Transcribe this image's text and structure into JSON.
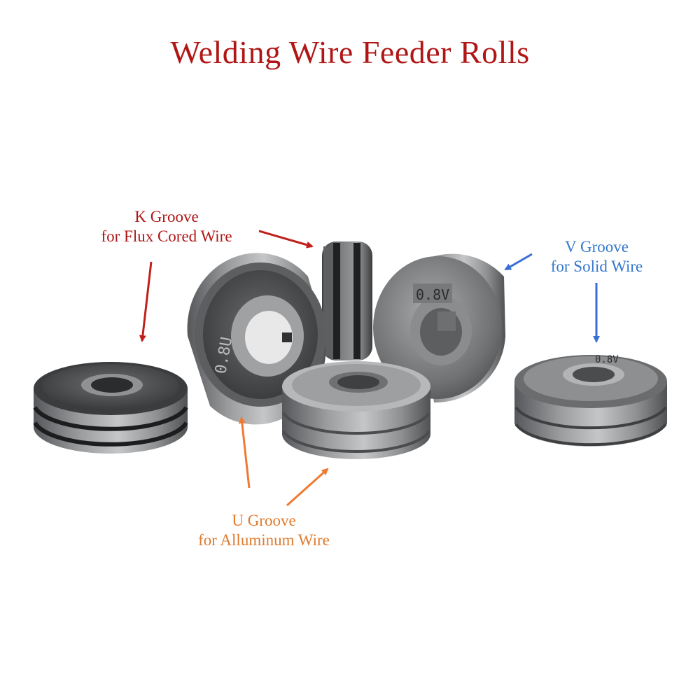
{
  "title": "Welding Wire Feeder Rolls",
  "labels": {
    "k_groove": {
      "line1": "K Groove",
      "line2": "for Flux Cored Wire"
    },
    "v_groove": {
      "line1": "V Groove",
      "line2": "for Solid Wire"
    },
    "u_groove": {
      "line1": "U Groove",
      "line2": "for Alluminum Wire"
    }
  },
  "roll_markings": {
    "u_roll": "0.8U",
    "v_roll": "0.8V",
    "v_roll_small": "0.8V"
  },
  "colors": {
    "k": "#b01616",
    "v": "#3377cc",
    "u": "#e07a2e"
  }
}
